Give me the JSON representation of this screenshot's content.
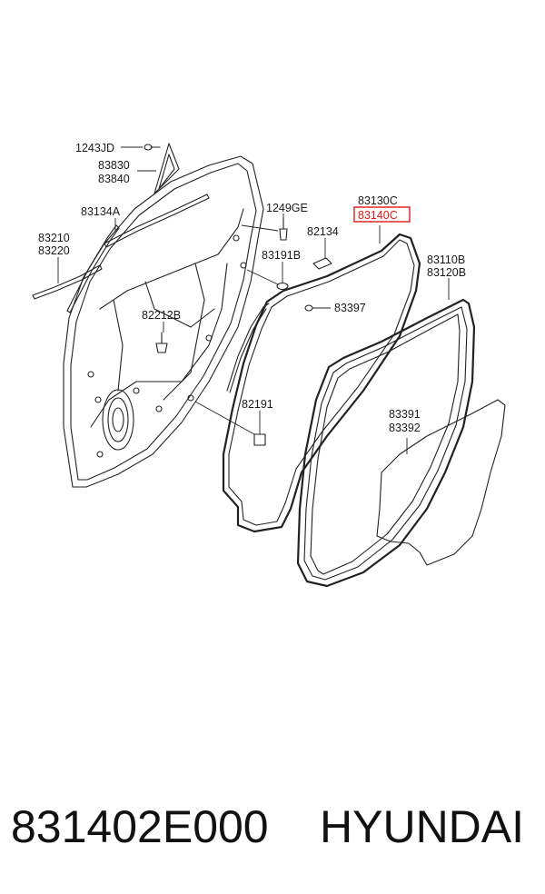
{
  "labels": {
    "l1243jd": "1243JD",
    "l83830": "83830",
    "l83840": "83840",
    "l83134a": "83134A",
    "l83210": "83210",
    "l83220": "83220",
    "l1249ge": "1249GE",
    "l83130c": "83130C",
    "l83140c": "83140C",
    "l82134": "82134",
    "l83191b": "83191B",
    "l83110b": "83110B",
    "l83120b": "83120B",
    "l83397": "83397",
    "l82212b": "82212B",
    "l82191": "82191",
    "l83391": "83391",
    "l83392": "83392"
  },
  "highlight_color": "#e01818",
  "caption": {
    "part_number": "831402E000",
    "brand": "HYUNDAI"
  }
}
